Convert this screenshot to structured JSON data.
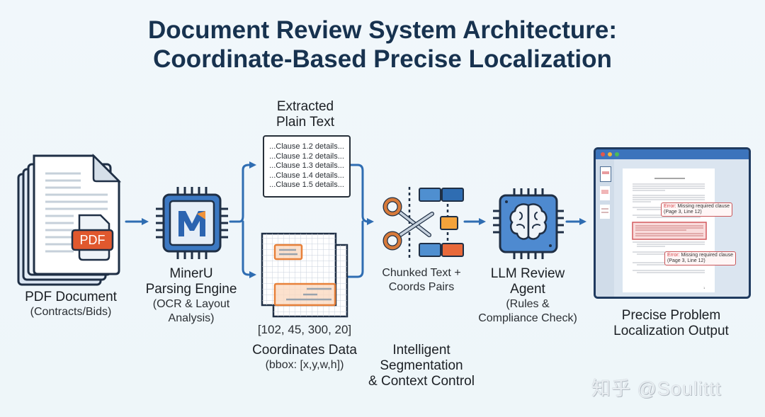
{
  "title": {
    "line1": "Document Review System Architecture:",
    "line2": "Coordinate-Based Precise Localization"
  },
  "stages": {
    "pdf": {
      "icon": "pdf-stack-icon",
      "badge": "PDF",
      "label": "PDF Document",
      "sub": "(Contracts/Bids)"
    },
    "mineru": {
      "icon": "chip-m-logo-icon",
      "label_line1": "MinerU",
      "label_line2": "Parsing Engine",
      "sub_line1": "(OCR & Layout",
      "sub_line2": "Analysis)"
    },
    "plain_text": {
      "label_line1": "Extracted",
      "label_line2": "Plain Text",
      "lines": [
        "...Clause 1.2 details...",
        "...Clause 1.2 details...",
        "...Clause 1.3 details...",
        "...Clause 1.4 details...",
        "...Clause 1.5 details..."
      ]
    },
    "coords": {
      "icon": "grid-bbox-icon",
      "bbox_value": "[102, 45, 300, 20]",
      "label": "Coordinates Data",
      "sub": "(bbox: [x,y,w,h])"
    },
    "chunk": {
      "icon": "scissors-chunks-icon",
      "label_line1": "Chunked Text +",
      "label_line2": "Coords Pairs",
      "caption_line1": "Intelligent",
      "caption_line2": "Segmentation",
      "caption_line3": "& Context Control"
    },
    "llm": {
      "icon": "chip-brain-icon",
      "label_line1": "LLM Review",
      "label_line2": "Agent",
      "sub_line1": "(Rules &",
      "sub_line2": "Compliance Check)"
    },
    "output": {
      "icon": "document-viewer-window-icon",
      "label_line1": "Precise Problem",
      "label_line2": "Localization Output",
      "errors": [
        {
          "prefix": "Error:",
          "message": "Missing required clause",
          "location": "(Page 3, Line 12)"
        },
        {
          "prefix": "Error:",
          "message": "Missing required clause",
          "location": "(Page 3, Line 12)"
        }
      ]
    }
  },
  "colors": {
    "title": "#17324f",
    "accent_blue": "#2f6db2",
    "accent_orange": "#e8813a",
    "error_red": "#d33a3f"
  },
  "watermark": "知乎 @Soulittt"
}
